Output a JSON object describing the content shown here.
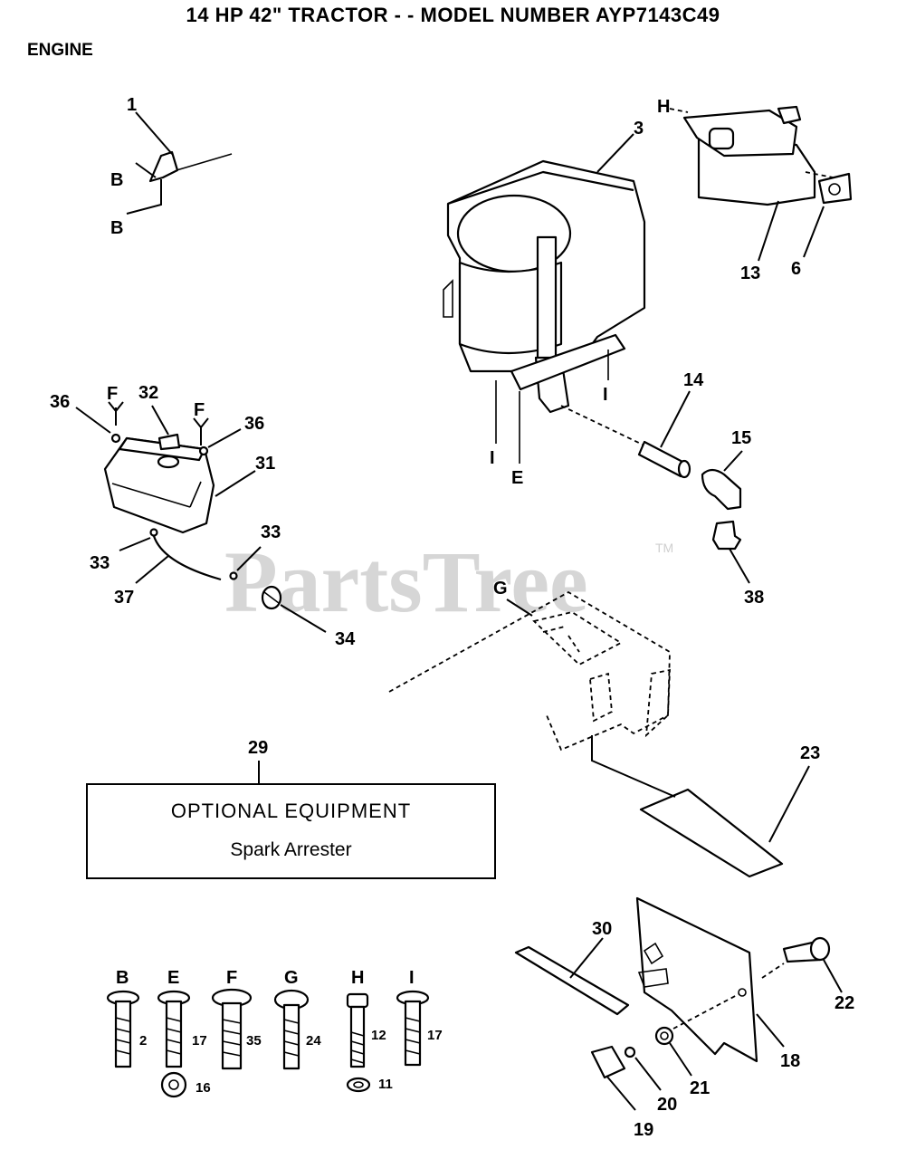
{
  "title": "14 HP 42\" TRACTOR - - MODEL NUMBER AYP7143C49",
  "section": "ENGINE",
  "optional_box": {
    "callout": "29",
    "heading": "OPTIONAL EQUIPMENT",
    "item": "Spark Arrester"
  },
  "watermark": {
    "text": "PartsTree",
    "trademark": "TM"
  },
  "callouts": {
    "p1": "1",
    "p3": "3",
    "p6": "6",
    "p13": "13",
    "p14": "14",
    "p15": "15",
    "p18": "18",
    "p19": "19",
    "p20": "20",
    "p21": "21",
    "p22": "22",
    "p23": "23",
    "p30": "30",
    "p31": "31",
    "p32": "32",
    "p33a": "33",
    "p33b": "33",
    "p34": "34",
    "p36a": "36",
    "p36b": "36",
    "p37": "37",
    "p38": "38"
  },
  "reference_letters": {
    "b1": "B",
    "b2": "B",
    "h": "H",
    "i1": "I",
    "i2": "I",
    "e": "E",
    "f1": "F",
    "f2": "F",
    "g": "G"
  },
  "fasteners": [
    {
      "letter": "B",
      "part": "2",
      "extra": ""
    },
    {
      "letter": "E",
      "part": "17",
      "extra": "16"
    },
    {
      "letter": "F",
      "part": "35",
      "extra": ""
    },
    {
      "letter": "G",
      "part": "24",
      "extra": ""
    },
    {
      "letter": "H",
      "part": "12",
      "extra": "11"
    },
    {
      "letter": "I",
      "part": "17",
      "extra": ""
    }
  ],
  "icons": [
    "engine-icon",
    "muffler-icon",
    "fuel-tank-icon",
    "bolt-icon"
  ]
}
